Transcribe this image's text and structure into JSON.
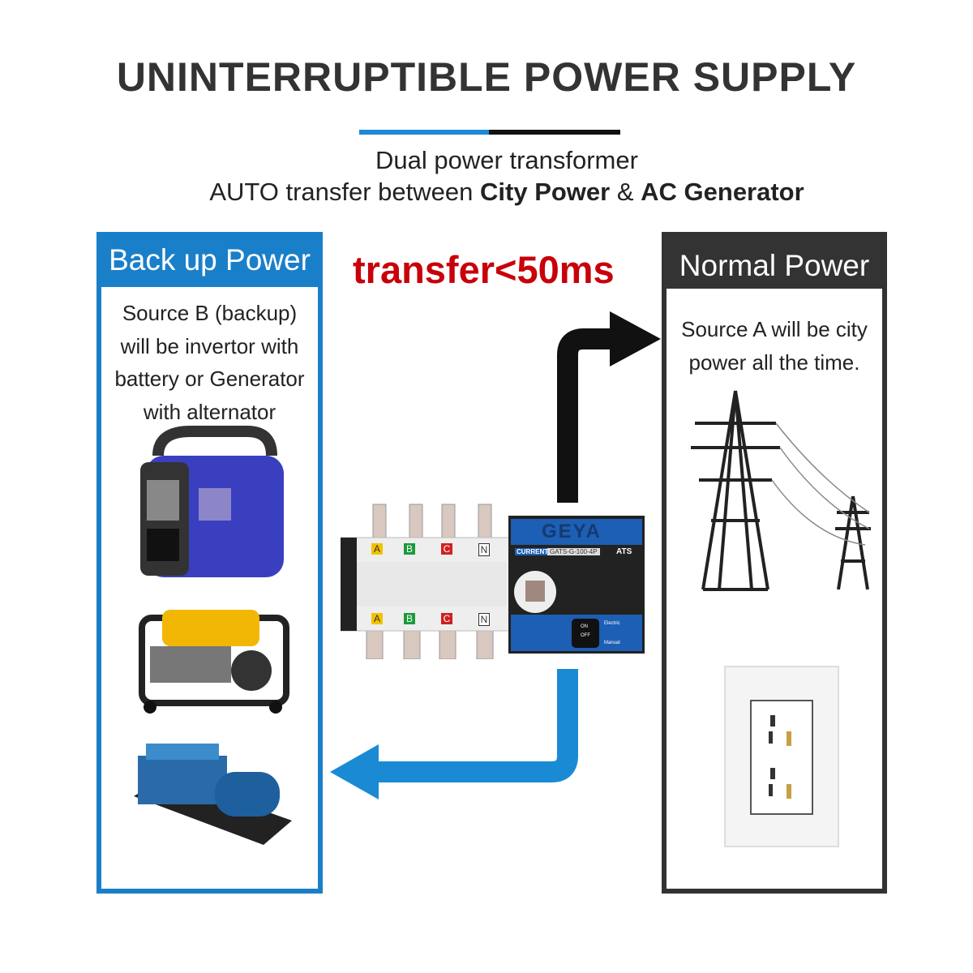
{
  "header": {
    "title": "UNINTERRUPTIBLE POWER SUPPLY",
    "subtitle_line1": "Dual power transformer",
    "subtitle_line2_prefix": "AUTO transfer between ",
    "subtitle_line2_bold1": "City Power",
    "subtitle_line2_mid": " & ",
    "subtitle_line2_bold2": "AC Generator"
  },
  "transfer_label": "transfer<50ms",
  "backup_panel": {
    "title": "Back up Power",
    "description_lines": [
      "Source B (backup)",
      "will be invertor with",
      "battery or Generator",
      "with alternator"
    ]
  },
  "normal_panel": {
    "title": "Normal Power",
    "description_lines": [
      "Source A will be city",
      "power all the time."
    ]
  },
  "device": {
    "brand": "GEYA",
    "current_label": "CURRENT:",
    "model": "GATS-G-100-4P",
    "type": "ATS",
    "poles": [
      "A",
      "B",
      "C",
      "N"
    ],
    "switch_on": "ON",
    "switch_off": "OFF",
    "mode_electric": "Electric",
    "mode_manual": "Manual"
  },
  "colors": {
    "blue": "#1a7fc9",
    "dark": "#333333",
    "red": "#c8000a"
  }
}
